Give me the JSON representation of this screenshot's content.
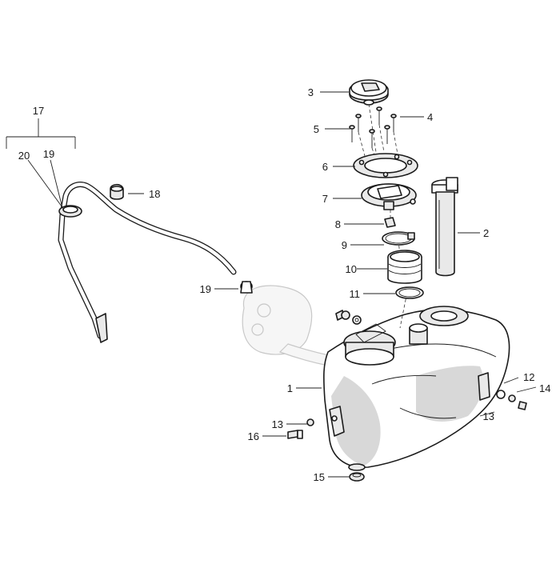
{
  "callouts": {
    "c1": "1",
    "c2": "2",
    "c3": "3",
    "c4": "4",
    "c5": "5",
    "c6": "6",
    "c7": "7",
    "c8": "8",
    "c9": "9",
    "c10": "10",
    "c11": "11",
    "c12": "12",
    "c13a": "13",
    "c13b": "13",
    "c14": "14",
    "c15": "15",
    "c16": "16",
    "c17": "17",
    "c18": "18",
    "c19a": "19",
    "c19b": "19",
    "c20": "20"
  }
}
